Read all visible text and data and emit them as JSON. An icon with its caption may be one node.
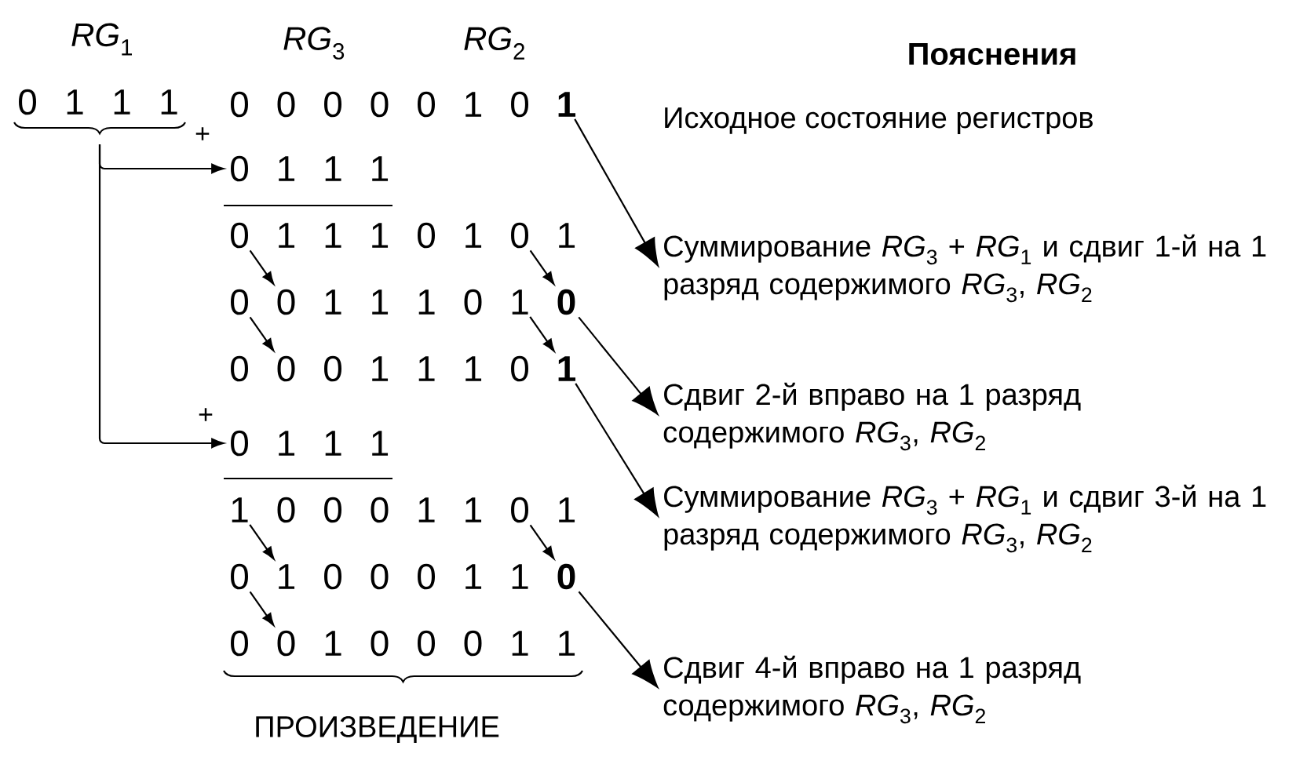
{
  "diagram": {
    "title": "Пояснения",
    "nodes": [
      {
        "text": [
          "0"
        ]
      },
      {
        "text": [
          "1"
        ]
      },
      {
        "text": [
          "1"
        ]
      },
      {
        "text": [
          "1"
        ]
      },
      {
        "text": [
          "0"
        ]
      },
      {
        "text": [
          "0"
        ]
      },
      {
        "text": [
          "0"
        ]
      },
      {
        "text": [
          "0"
        ]
      },
      {
        "text": [
          "0"
        ]
      },
      {
        "text": [
          "1"
        ]
      },
      {
        "text": [
          "0"
        ]
      },
      {
        "text": [
          "1"
        ]
      },
      {
        "text": [
          "0"
        ]
      },
      {
        "text": [
          "1"
        ]
      },
      {
        "text": [
          "1"
        ]
      },
      {
        "text": [
          "1"
        ]
      },
      {
        "text": [
          "0"
        ]
      },
      {
        "text": [
          "1"
        ]
      },
      {
        "text": [
          "1"
        ]
      },
      {
        "text": [
          "1"
        ]
      },
      {
        "text": [
          "0"
        ]
      },
      {
        "text": [
          "1"
        ]
      },
      {
        "text": [
          "0"
        ]
      },
      {
        "text": [
          "1"
        ]
      },
      {
        "text": [
          "0"
        ]
      },
      {
        "text": [
          "0"
        ]
      },
      {
        "text": [
          "1"
        ]
      },
      {
        "text": [
          "1"
        ]
      },
      {
        "text": [
          "1"
        ]
      },
      {
        "text": [
          "0"
        ]
      },
      {
        "text": [
          "1"
        ]
      },
      {
        "text": [
          "0"
        ]
      },
      {
        "text": [
          "0"
        ]
      },
      {
        "text": [
          "0"
        ]
      },
      {
        "text": [
          "0"
        ]
      },
      {
        "text": [
          "1"
        ]
      },
      {
        "text": [
          "1"
        ]
      },
      {
        "text": [
          "1"
        ]
      },
      {
        "text": [
          "0"
        ]
      },
      {
        "text": [
          "1"
        ]
      },
      {
        "text": [
          "0"
        ]
      },
      {
        "text": [
          "1"
        ]
      },
      {
        "text": [
          "1"
        ]
      },
      {
        "text": [
          "1"
        ]
      },
      {
        "text": [
          "1"
        ]
      },
      {
        "text": [
          "0"
        ]
      },
      {
        "text": [
          "0"
        ]
      },
      {
        "text": [
          "0"
        ]
      },
      {
        "text": [
          "1"
        ]
      },
      {
        "text": [
          "1"
        ]
      },
      {
        "text": [
          "0"
        ]
      },
      {
        "text": [
          "1"
        ]
      },
      {
        "text": [
          "0"
        ]
      },
      {
        "text": [
          "1"
        ]
      },
      {
        "text": [
          "0"
        ]
      },
      {
        "text": [
          "0"
        ]
      },
      {
        "text": [
          "0"
        ]
      },
      {
        "text": [
          "1"
        ]
      },
      {
        "text": [
          "1"
        ]
      },
      {
        "text": [
          "0"
        ]
      },
      {
        "text": [
          "0"
        ]
      },
      {
        "text": [
          "0"
        ]
      },
      {
        "text": [
          "1"
        ]
      },
      {
        "text": [
          "0"
        ]
      },
      {
        "text": [
          "0"
        ]
      },
      {
        "text": [
          "0"
        ]
      },
      {
        "text": [
          "1"
        ]
      },
      {
        "text": [
          "1"
        ]
      },
      {
        "text": [
          "Суммирование *RG*$_{3}$ + *RG*$_{1}$ и сдвиг 1-й на 1 разряд содержимого *RG*$_{3}$, *RG*$_{2}$"
        ]
      },
      {
        "text": [
          "Сдвиг 2-й вправо на 1 разряд содержимого *RG*$_{3}$, *RG*$_{2}$"
        ]
      },
      {
        "text": [
          "Суммирование *RG*$_{3}$ + *RG*$_{1}$ и сдвиг 3-й на 1 разряд содержимого *RG*$_{3}$, *RG*$_{2}$"
        ]
      },
      {
        "text": [
          "Сдвиг 4-й вправо на 1 разряд содержимого *RG*$_{3}$, *RG*$_{2}$"
        ]
      }
    ],
    "edges": [
      {
        "from": null,
        "to": 12,
        "arrow": "to"
      },
      {
        "from": null,
        "to": 40,
        "arrow": "to"
      },
      {
        "from": 16,
        "to": 25,
        "arrow": "to"
      },
      {
        "from": 22,
        "to": 31,
        "arrow": "to"
      },
      {
        "from": 24,
        "to": 33,
        "arrow": "to"
      },
      {
        "from": 30,
        "to": 39,
        "arrow": "to"
      },
      {
        "from": 44,
        "to": 53,
        "arrow": "to"
      },
      {
        "from": 50,
        "to": 59,
        "arrow": "to"
      },
      {
        "from": 52,
        "to": 61,
        "arrow": "to"
      },
      {
        "from": 11,
        "to": 68,
        "arrow": "to"
      },
      {
        "from": 31,
        "to": 69,
        "arrow": "to"
      },
      {
        "from": 39,
        "to": 70,
        "arrow": "to"
      },
      {
        "from": 59,
        "to": 71,
        "arrow": "to"
      }
    ],
    "labels": [
      "*RG*$_{1}$",
      "*RG*$_{3}$",
      "*RG*$_{2}$",
      "+",
      "Исходное состояние регистров",
      "+",
      "ПРОИЗВЕДЕНИЕ"
    ]
  }
}
